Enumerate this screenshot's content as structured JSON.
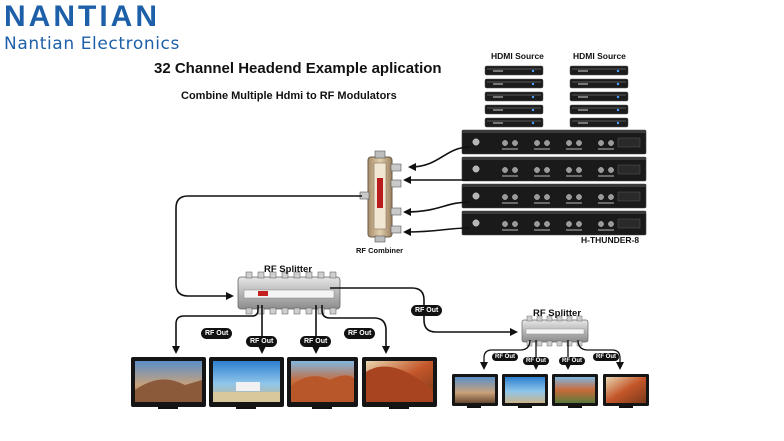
{
  "brand": {
    "name": "NANTIAN",
    "tagline": "Nantian Electronics",
    "color": "#1d5fa8"
  },
  "diagram": {
    "title": "32 Channel Headend Example aplication",
    "subtitle": "Combine Multiple Hdmi to RF Modulators",
    "hdmi_source_label": "HDMI Source",
    "modulator_label": "H-THUNDER-8",
    "combiner_label": "RF Combiner",
    "splitter_label": "RF Splitter",
    "rf_out_label": "RF Out"
  }
}
